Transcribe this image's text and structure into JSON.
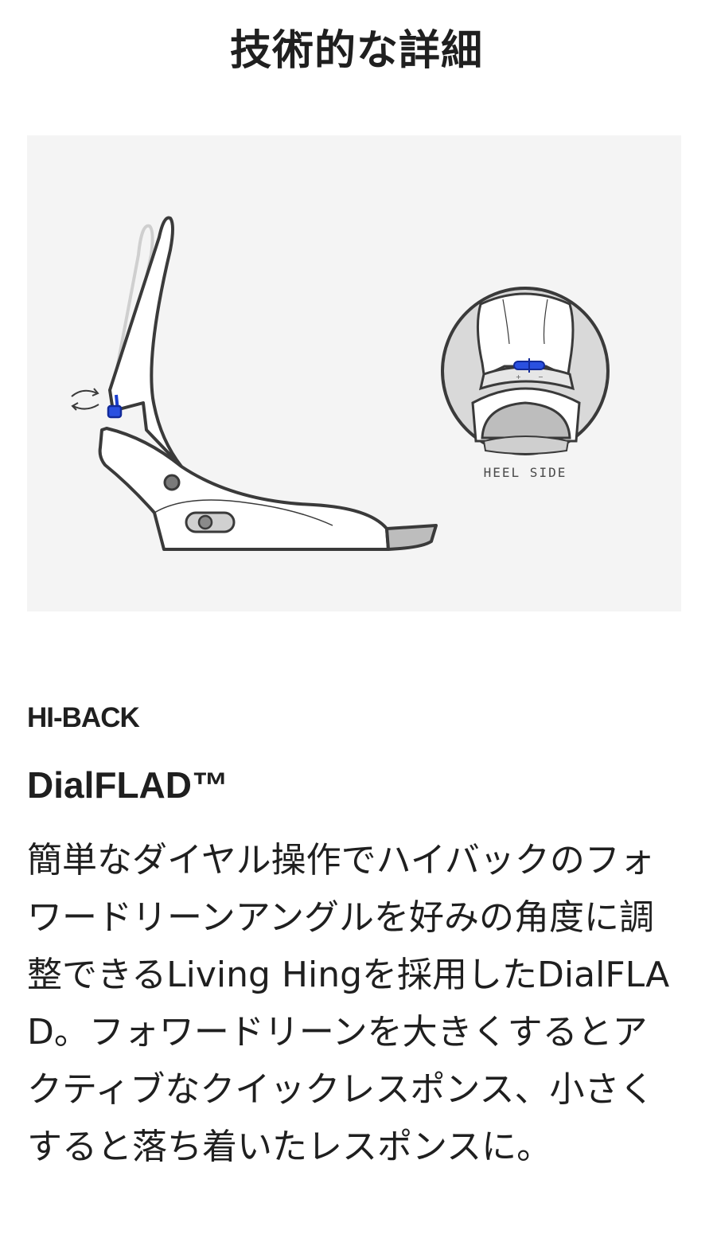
{
  "page": {
    "title": "技術的な詳細"
  },
  "figure": {
    "heel_label": "HEEL SIDE",
    "accent_color": "#1a3ecf",
    "outline_color": "#333333",
    "background_color": "#f4f4f4"
  },
  "section": {
    "heading": "HI-BACK",
    "feature_name": "DialFLAD™",
    "description": "簡単なダイヤル操作でハイバックのフォワードリーンアングルを好みの角度に調整できるLiving Hingを採用したDialFLAD。フォワードリーンを大きくするとアクティブなクイックレスポンス、小さくすると落ち着いたレスポンスに。"
  }
}
